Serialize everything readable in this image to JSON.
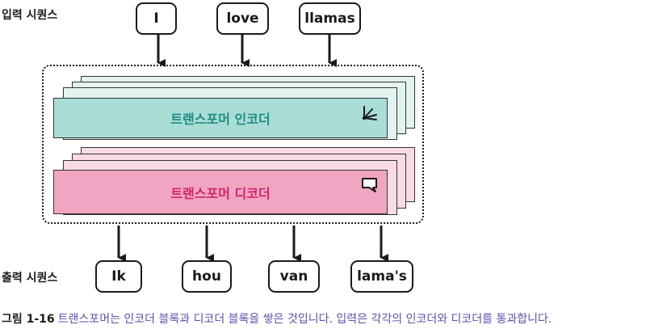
{
  "input_label": "입력 시퀀스",
  "output_label": "출력 시퀀스",
  "input_tokens": [
    "I",
    "love",
    "llamas"
  ],
  "output_tokens": [
    "Ik",
    "hou",
    "van",
    "lama's"
  ],
  "encoder": {
    "label": "트랜스포머 인코더",
    "icon": "attention-rays-icon",
    "color": "#a9ddd6",
    "text_color": "#1e8c80"
  },
  "decoder": {
    "label": "트랜스포머 디코더",
    "icon": "speech-bubble-icon",
    "color": "#f0a6c2",
    "text_color": "#d2246a"
  },
  "caption": {
    "number": "그림 1-16",
    "text": "트랜스포머는 인코더 블록과 디코더 블록을 쌓은 것입니다. 입력은 각각의 인코더와 디코더를 통과합니다."
  }
}
